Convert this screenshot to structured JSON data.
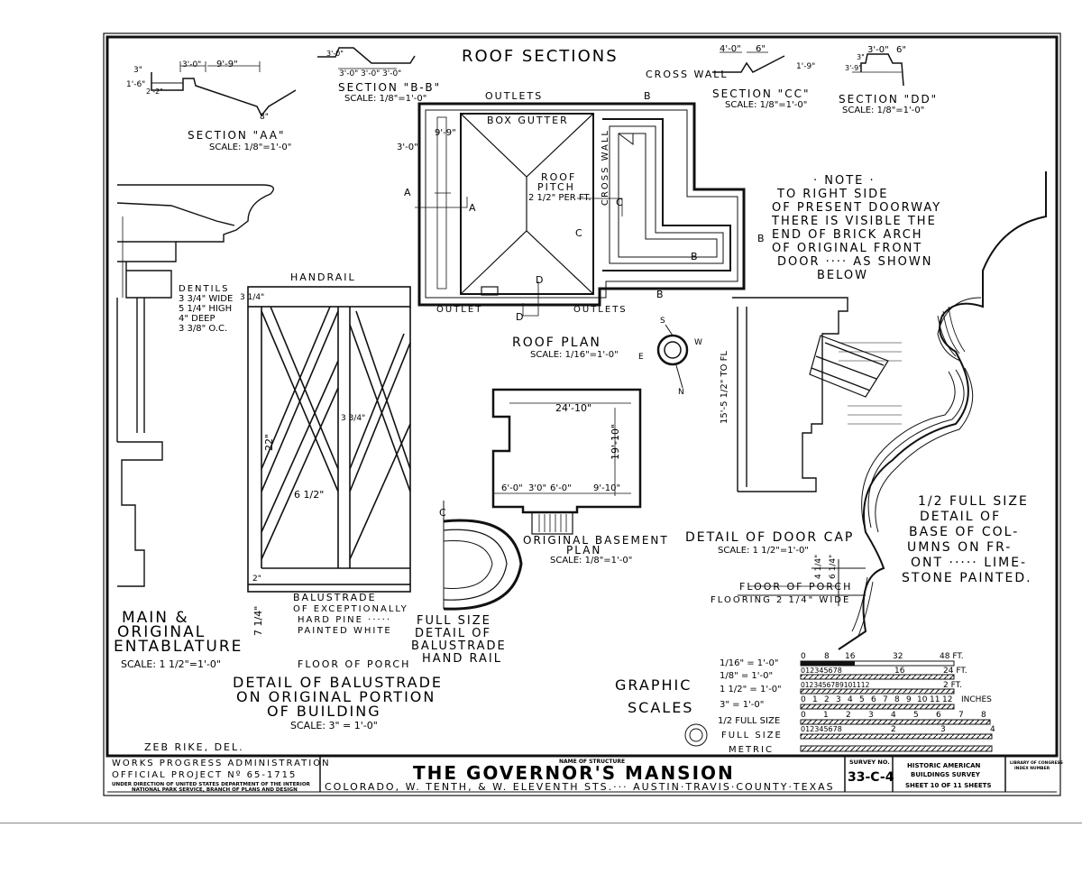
{
  "roof_sections": {
    "title": "ROOF SECTIONS",
    "aa": {
      "label": "SECTION \"AA\"",
      "scale": "SCALE: 1/8\"=1'-0\"",
      "dims": [
        "3'-0\"",
        "9'-9\"",
        "3\"",
        "1'-6\"",
        "2'-2\"",
        "8\""
      ]
    },
    "bb": {
      "label": "SECTION \"B-B\"",
      "scale": "SCALE: 1/8\"=1'-0\"",
      "dims": [
        "3'-0\"",
        "3'-0\"",
        "3'-0\"",
        "3'-0\""
      ]
    },
    "cc": {
      "label": "SECTION \"CC\"",
      "scale": "SCALE: 1/8\"=1'-0\"",
      "cross_wall": "CROSS WALL",
      "dims": [
        "4'-0\"",
        "6\"",
        "1'-9\""
      ]
    },
    "dd": {
      "label": "SECTION \"DD\"",
      "scale": "SCALE: 1/8\"=1'-0\"",
      "dims": [
        "3'-0\"",
        "6\"",
        "3'-9\"",
        "3\""
      ]
    }
  },
  "roof_plan": {
    "outlets_top": "OUTLETS",
    "box_gutter": "BOX GUTTER",
    "roof_pitch": [
      "ROOF",
      "PITCH",
      "2 1/2\" PER FT."
    ],
    "cross_wall": "CROSS WALL",
    "outlet_left": "OUTLET",
    "outlets_right": "OUTLETS",
    "dims": [
      "9'-9\"",
      "3'-0\""
    ],
    "section_marks": [
      "A",
      "A",
      "B",
      "B",
      "B",
      "B",
      "C",
      "C",
      "D",
      "D"
    ],
    "title": "ROOF PLAN",
    "scale": "SCALE: 1/16\"=1'-0\""
  },
  "compass": {
    "s": "S",
    "w": "W",
    "e": "E",
    "n": "N"
  },
  "note": {
    "lines": [
      "· NOTE ·",
      "TO RIGHT SIDE",
      "OF PRESENT DOORWAY",
      "THERE IS VISIBLE THE",
      "END OF BRICK ARCH",
      "OF ORIGINAL FRONT",
      "DOOR ···· AS SHOWN",
      "BELOW"
    ]
  },
  "entablature": {
    "dentils": [
      "DENTILS",
      "3 3/4\" WIDE",
      "5 1/4\" HIGH",
      "4\" DEEP",
      "3 3/8\" O.C."
    ],
    "title": [
      "MAIN &",
      "ORIGINAL",
      "ENTABLATURE"
    ],
    "scale": "SCALE: 1 1/2\"=1'-0\""
  },
  "balustrade": {
    "handrail": "HANDRAIL",
    "dims": [
      "3 1/4\"",
      "3 3/4\"",
      "22\"",
      "6 1/2\"",
      "2\"",
      "7 1/4\""
    ],
    "note": [
      "BALUSTRADE",
      "OF EXCEPTIONALLY",
      "HARD PINE ·····",
      "PAINTED WHITE"
    ],
    "floor": "FLOOR OF PORCH",
    "title": [
      "DETAIL OF BALUSTRADE",
      "ON ORIGINAL PORTION",
      "OF BUILDING"
    ],
    "scale": "SCALE: 3\" = 1'-0\""
  },
  "handrail_detail": {
    "c_mark": "C",
    "title": [
      "FULL SIZE",
      "DETAIL OF",
      "BALUSTRADE",
      "HAND RAIL"
    ]
  },
  "basement": {
    "dims": [
      "24'-10\"",
      "19'-10\"",
      "6'-0\"",
      "3'0\"",
      "6'-0\"",
      "9'-10\""
    ],
    "title": [
      "ORIGINAL BASEMENT",
      "PLAN"
    ],
    "scale": "SCALE: 1/8\"=1'-0\""
  },
  "door_cap": {
    "dim_vertical": "15'-5 1/2\" TO FL",
    "title": "DETAIL OF DOOR CAP",
    "scale": "SCALE: 1 1/2\"=1'-0\"",
    "floor": "FLOOR OF PORCH",
    "flooring": "FLOORING 2 1/4\" WIDE",
    "dims": [
      "4 1/4\"",
      "6 1/4\""
    ]
  },
  "column_base": {
    "lines": [
      "1/2 FULL SIZE",
      "DETAIL OF",
      "BASE OF COL-",
      "UMNS ON FR-",
      "ONT ····· LIME-",
      "STONE PAINTED."
    ]
  },
  "graphic_scales": {
    "title": [
      "GRAPHIC",
      "SCALES"
    ],
    "rows": [
      {
        "label": "1/16\" = 1'-0\"",
        "ticks": [
          "0",
          "8",
          "16",
          "32",
          "48 FT."
        ]
      },
      {
        "label": "1/8\" = 1'-0\"",
        "ticks": [
          "012345678",
          "16",
          "24 FT."
        ]
      },
      {
        "label": "1 1/2\" = 1'-0\"",
        "ticks": [
          "0123456789101112",
          "2 FT."
        ]
      },
      {
        "label": "3\" = 1'-0\"",
        "ticks": [
          "0",
          "1",
          "2",
          "3",
          "4",
          "5",
          "6",
          "7",
          "8",
          "9",
          "10",
          "11",
          "12",
          "INCHES"
        ]
      },
      {
        "label": "1/2 FULL SIZE",
        "ticks": [
          "0",
          "1",
          "2",
          "3",
          "4",
          "5",
          "6",
          "7",
          "8"
        ]
      },
      {
        "label": "FULL SIZE",
        "ticks": [
          "012345678",
          "2",
          "3",
          "4"
        ]
      },
      {
        "label": "METRIC",
        "ticks": []
      }
    ]
  },
  "delineator": "ZEB RIKE, DEL.",
  "title_block": {
    "wpa": [
      "WORKS PROGRESS ADMINISTRATION",
      "OFFICIAL PROJECT Nº 65-1715"
    ],
    "direction": [
      "UNDER DIRECTION OF UNITED STATES DEPARTMENT OF THE INTERIOR",
      "NATIONAL PARK SERVICE, BRANCH OF PLANS AND DESIGN"
    ],
    "name_label": "NAME OF STRUCTURE",
    "name": "THE GOVERNOR'S MANSION",
    "location": "COLORADO, W. TENTH, & W. ELEVENTH STS.··· AUSTIN·TRAVIS·COUNTY·TEXAS",
    "survey_label": "SURVEY NO.",
    "survey_no": "33-C-4",
    "habs": [
      "HISTORIC AMERICAN",
      "BUILDINGS SURVEY"
    ],
    "sheet": "SHEET 10 OF 11 SHEETS",
    "loc": [
      "LIBRARY OF CONGRESS",
      "INDEX NUMBER"
    ]
  }
}
